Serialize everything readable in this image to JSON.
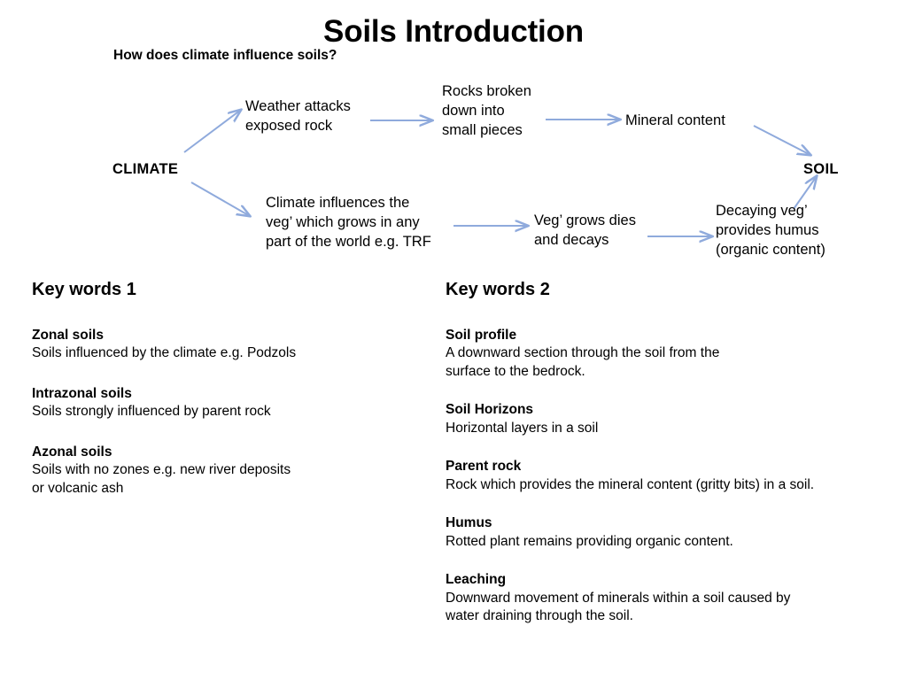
{
  "page": {
    "title": "Soils Introduction",
    "subtitle": "How does climate influence soils?"
  },
  "diagram": {
    "arrow_color": "#8FAADC",
    "nodes": {
      "climate": "CLIMATE",
      "weather_attacks": "Weather attacks\nexposed rock",
      "rocks_broken": "Rocks broken\ndown into\nsmall pieces",
      "mineral_content": "Mineral content",
      "soil": "SOIL",
      "climate_influences_veg": "Climate influences the\nveg’ which grows in any\npart of the world e.g. TRF",
      "veg_grows_dies": "Veg’ grows dies\nand decays",
      "decaying_veg": "Decaying veg’\nprovides humus\n(organic content)"
    }
  },
  "key_words_1": {
    "heading": "Key words 1",
    "entries": [
      {
        "term": "Zonal soils",
        "definition": "Soils influenced by the climate e.g. Podzols"
      },
      {
        "term": "Intrazonal soils",
        "definition": "Soils strongly influenced by parent rock"
      },
      {
        "term": "Azonal soils",
        "definition": "Soils with no zones e.g. new river deposits\nor volcanic ash"
      }
    ]
  },
  "key_words_2": {
    "heading": "Key words 2",
    "entries": [
      {
        "term": "Soil profile",
        "definition": "A downward section through the soil from the\nsurface to the bedrock."
      },
      {
        "term": "Soil Horizons",
        "definition": "Horizontal layers in a soil"
      },
      {
        "term": "Parent rock",
        "definition": "Rock which provides the mineral content (gritty bits) in a soil."
      },
      {
        "term": "Humus",
        "definition": "Rotted plant remains providing organic content."
      },
      {
        "term": "Leaching",
        "definition": "Downward movement of minerals within a soil caused by\nwater draining through the soil."
      }
    ]
  }
}
